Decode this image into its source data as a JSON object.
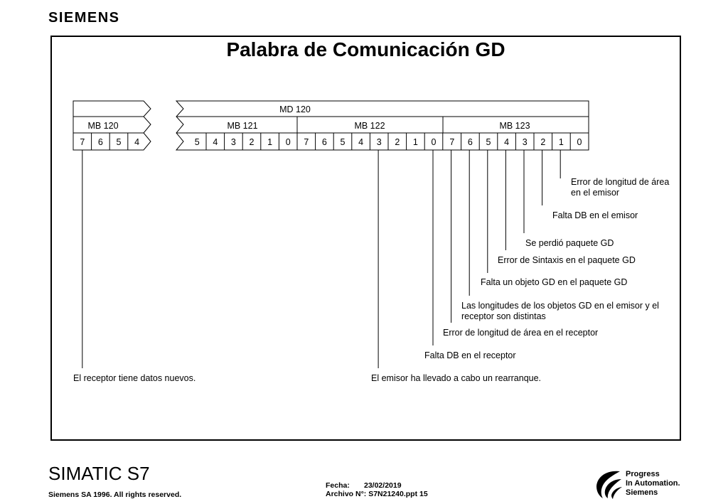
{
  "header": {
    "brand": "SIEMENS"
  },
  "title": "Palabra de Comunicación GD",
  "register": {
    "md_label": "MD 120",
    "bytes": [
      {
        "label": "MB 120",
        "bits": [
          "7",
          "6",
          "5",
          "4"
        ]
      },
      {
        "label": "MB 121",
        "bits": [
          "5",
          "4",
          "3",
          "2",
          "1",
          "0"
        ]
      },
      {
        "label": "MB 122",
        "bits": [
          "7",
          "6",
          "5",
          "4",
          "3",
          "2",
          "1",
          "0"
        ]
      },
      {
        "label": "MB 123",
        "bits": [
          "7",
          "6",
          "5",
          "4",
          "3",
          "2",
          "1",
          "0"
        ]
      }
    ]
  },
  "annotations": [
    {
      "lines": [
        "Error de longitud de área",
        "en el emisor"
      ]
    },
    {
      "lines": [
        "Falta DB en el emisor"
      ]
    },
    {
      "lines": [
        "Se perdió paquete GD"
      ]
    },
    {
      "lines": [
        "Error de Sintaxis en el paquete GD"
      ]
    },
    {
      "lines": [
        "Falta un objeto GD en el paquete GD"
      ]
    },
    {
      "lines": [
        "Las longitudes de los objetos GD en el emisor y el",
        "receptor son distintas"
      ]
    },
    {
      "lines": [
        "Error de longitud de área en el receptor"
      ]
    },
    {
      "lines": [
        "Falta DB en el receptor"
      ]
    },
    {
      "lines": [
        "El emisor ha llevado a cabo un rearranque."
      ]
    },
    {
      "lines": [
        "El receptor tiene datos nuevos."
      ]
    }
  ],
  "footer": {
    "product": "SIMATIC S7",
    "copyright": "Siemens SA 1996. All rights reserved.",
    "fecha_label": "Fecha:",
    "fecha_value": "23/02/2019",
    "archivo": "Archivo N°: S7N21240.ppt 15",
    "slogan": [
      "Progress",
      "In Automation.",
      "Siemens"
    ]
  }
}
